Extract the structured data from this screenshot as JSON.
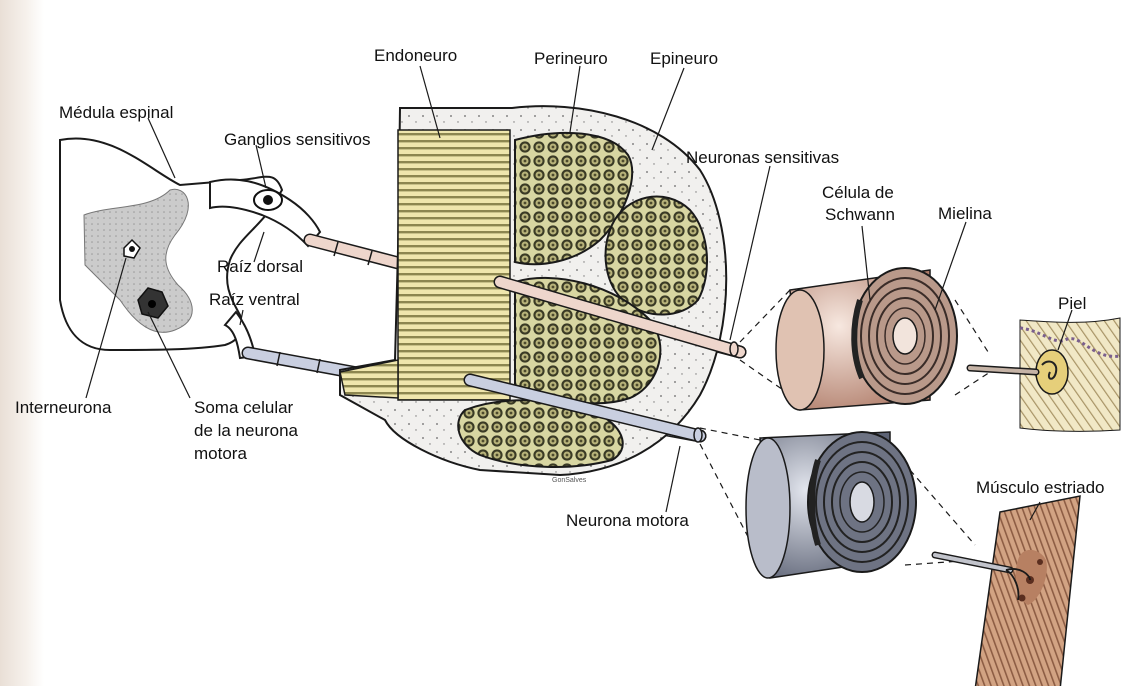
{
  "labels": {
    "medula": "Médula espinal",
    "ganglios": "Ganglios sensitivos",
    "raiz_dorsal": "Raíz dorsal",
    "raiz_ventral": "Raíz ventral",
    "interneurona": "Interneurona",
    "soma_line1": "Soma celular",
    "soma_line2": "de la neurona",
    "soma_line3": "motora",
    "endoneuro": "Endoneuro",
    "perineuro": "Perineuro",
    "epineuro": "Epineuro",
    "neuronas_sensitivas": "Neuronas sensitivas",
    "celula_line1": "Célula de",
    "celula_line2": "Schwann",
    "mielina": "Mielina",
    "piel": "Piel",
    "musculo": "Músculo estriado",
    "neurona_motora": "Neurona motora"
  },
  "colors": {
    "outline": "#1a1a1a",
    "gray_matter": "#c9c9c9",
    "fascicle_fill": "#8c8a52",
    "fiber_ring": "#3a3a25",
    "fascicle_tint": "#d8d6a2",
    "sensory_axon": "#eed6cc",
    "motor_axon": "#c9cfe0",
    "endo_stripe": "#d9cf87",
    "skin": "#e8d9a8",
    "muscle": "#c6916e",
    "myelin_warm": "#caa18c",
    "myelin_cool": "#7b8294"
  }
}
